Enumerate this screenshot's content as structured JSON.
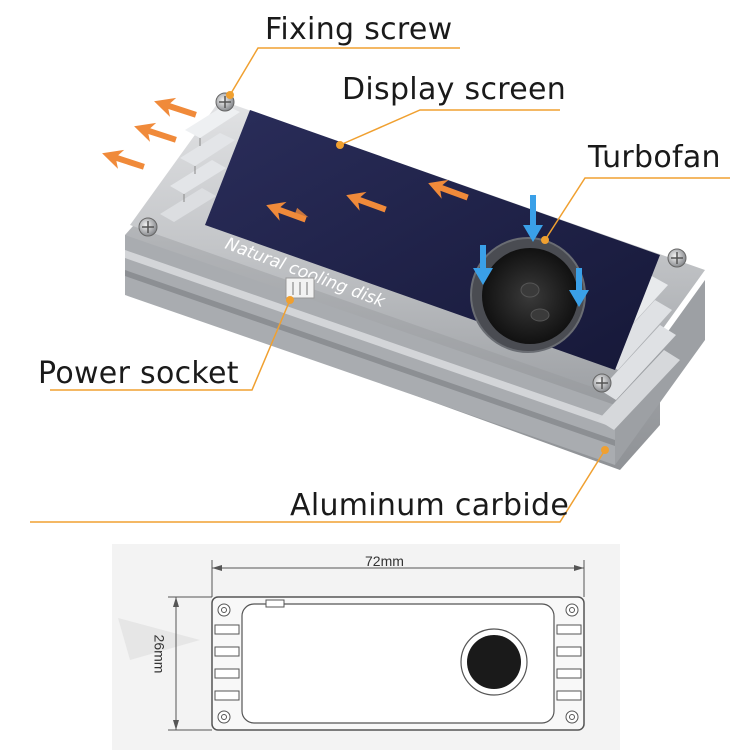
{
  "callouts": {
    "fixing_screw": "Fixing screw",
    "display_screen": "Display screen",
    "turbofan": "Turbofan",
    "power_socket": "Power socket",
    "aluminum_carbide": "Aluminum carbide"
  },
  "screen_text": "Natural cooling disk",
  "dimensions": {
    "width": "72mm",
    "height": "26mm"
  },
  "colors": {
    "callout_line": "#f0a030",
    "airflow_arrow": "#f08a3a",
    "fan_arrow": "#3aa0e8",
    "aluminum": "#c4c6c9",
    "screen": "#1e2147"
  }
}
